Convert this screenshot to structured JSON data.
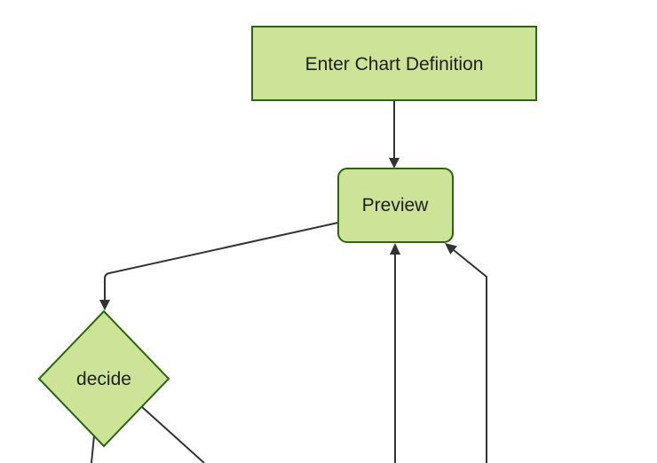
{
  "diagram": {
    "type": "flowchart",
    "direction": "top-down",
    "nodes": [
      {
        "id": "enter-chart-definition",
        "label": "Enter Chart Definition",
        "shape": "rectangle"
      },
      {
        "id": "preview",
        "label": "Preview",
        "shape": "rounded-rectangle"
      },
      {
        "id": "decide",
        "label": "decide",
        "shape": "diamond"
      }
    ],
    "edges": [
      {
        "from": "enter-chart-definition",
        "to": "preview",
        "arrowhead": true
      },
      {
        "from": "preview",
        "to": "decide",
        "arrowhead": true
      },
      {
        "from": "decide",
        "to": "offscreen-bottom-left",
        "arrowhead": false
      },
      {
        "from": "decide",
        "to": "offscreen-bottom-right",
        "arrowhead": false
      },
      {
        "from": "offscreen-bottom",
        "to": "preview",
        "arrowhead": true
      },
      {
        "from": "offscreen-bottom-right",
        "to": "preview",
        "arrowhead": true
      }
    ],
    "colors": {
      "node_fill": "#cde498",
      "node_border": "#2d6512",
      "edge": "#333333",
      "text": "#1f1f1f",
      "background": "#ffffff"
    }
  }
}
